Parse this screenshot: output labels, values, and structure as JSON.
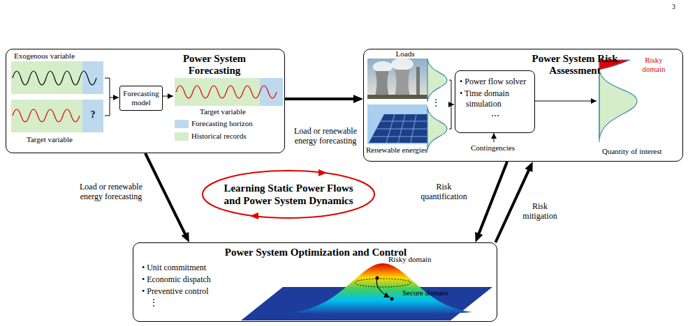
{
  "diagram": {
    "nodes": [
      {
        "text": [
          "Power System Forecasting"
        ]
      },
      {
        "text": [
          "Forecasting model"
        ],
        "in": 0
      },
      {
        "text": [
          "Power System Risk Assessment"
        ]
      },
      {
        "text": [
          "• Power flow solver",
          "• Time domain simulation",
          "⋯"
        ],
        "in": 2
      },
      {
        "text": [
          "Learning Static Power Flows and Power System Dynamics"
        ]
      },
      {
        "text": [
          "Power System Optimization and Control"
        ]
      }
    ],
    "edges": [
      {
        "from": 0,
        "to": 2,
        "label": "Load or renewable energy forecasting",
        "arrow": "to"
      },
      {
        "from": 0,
        "to": 5,
        "label": "Load or renewable energy forecasting",
        "arrow": "to"
      },
      {
        "from": 2,
        "to": 5,
        "label": "Risk quantification",
        "arrow": "to"
      },
      {
        "from": 5,
        "to": 2,
        "label": "Risk mitigation",
        "arrow": "to"
      }
    ],
    "labels": [
      "3",
      "Exogenous variable",
      "?",
      "Target variable",
      "Target variable",
      "Loads",
      "⋮",
      "Renewable energies",
      "Contingencies",
      "Quantity of interest",
      "Risky domain",
      "• Unit commitment",
      "• Economic dispatch",
      "• Preventive control",
      "⋮",
      "Risky domain",
      "Secure domain"
    ],
    "legend": [
      {
        "text": "Forecasting horizon",
        "color": "#bdd9ee"
      },
      {
        "text": "Historical records",
        "color": "#d5edc8"
      }
    ]
  }
}
